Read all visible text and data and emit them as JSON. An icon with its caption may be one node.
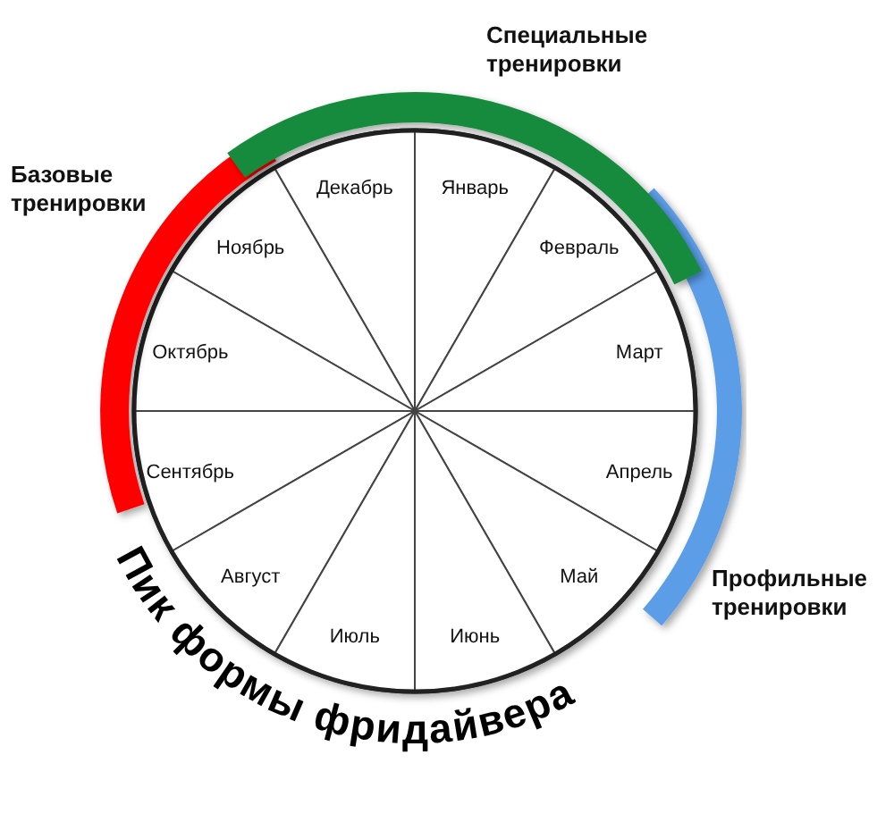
{
  "diagram": {
    "nodes": [
      {
        "text": [
          "Специальные тренировки"
        ]
      },
      {
        "text": [
          "Базовые тренировки"
        ]
      },
      {
        "text": [
          "Декабрь"
        ]
      },
      {
        "text": [
          "Январь"
        ]
      },
      {
        "text": [
          "Ноябрь"
        ]
      },
      {
        "text": [
          "Февраль"
        ]
      },
      {
        "text": [
          "Октябрь"
        ]
      },
      {
        "text": [
          "Март"
        ]
      },
      {
        "text": [
          "Сентябрь"
        ]
      },
      {
        "text": [
          "Апрель"
        ]
      },
      {
        "text": [
          "Август"
        ]
      },
      {
        "text": [
          "Май"
        ]
      },
      {
        "text": [
          "Июль"
        ]
      },
      {
        "text": [
          "Июнь"
        ]
      },
      {
        "text": [
          "Профильные тренировки"
        ]
      }
    ],
    "labels": [
      "Пик формы фридайвера"
    ]
  }
}
